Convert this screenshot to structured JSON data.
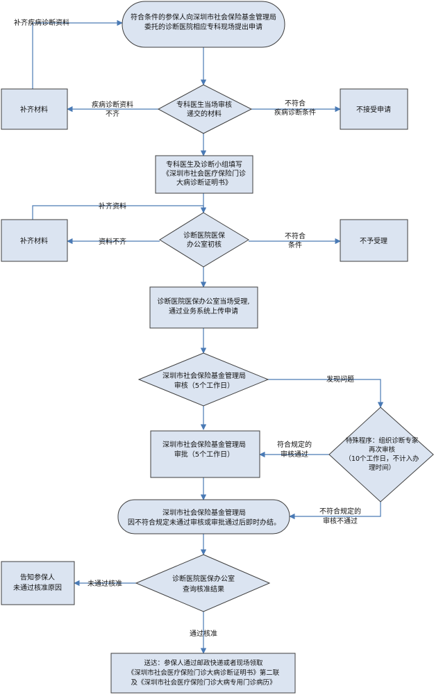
{
  "nodes": {
    "start": [
      "符合条件的参保人向深圳市社会保险基金管理局",
      "委托的诊断医院相应专科现场提出申请"
    ],
    "review1": [
      "专科医生当场审核",
      "递交的材料"
    ],
    "supplement1": [
      "补齐材料"
    ],
    "reject1": [
      "不接受申请"
    ],
    "fill_cert": [
      "专科医生及诊断小组填写",
      "《深圳市社会医疗保险门诊",
      "大病诊断证明书》"
    ],
    "review2": [
      "诊断医院医保",
      "办公室初核"
    ],
    "supplement2": [
      "补齐材料"
    ],
    "reject2": [
      "不予受理"
    ],
    "upload": [
      "诊断医院医保办公室当场受理,",
      "通过业务系统上传申请"
    ],
    "fund_review": [
      "深圳市社会保险基金管理局",
      "审核（5个工作日）"
    ],
    "fund_approve": [
      "深圳市社会保险基金管理局",
      "审批（5个工作日）"
    ],
    "special": [
      "特殊程序：组织诊断专家",
      "再次审核",
      "（10个工作日，不计入办",
      "理时间）"
    ],
    "finish": [
      "深圳市社会保险基金管理局",
      "因不符合规定未通过审核或审批通过后即时办结。"
    ],
    "query": [
      "诊断医院医保办公室",
      "查询核准结果"
    ],
    "notify": [
      "告知参保人",
      "未通过核准原因"
    ],
    "deliver": [
      "送达：参保人通过邮政快递或者现场领取",
      "《深圳市社会医疗保险门诊大病诊断证明书》第二联",
      "及《深圳市社会医疗保险门诊大病专用门诊病历》"
    ]
  },
  "edges": {
    "supp_diag": [
      "补齐疾病诊断资料"
    ],
    "incomplete1": [
      "疾病诊断资料",
      "不齐"
    ],
    "notmeet1": [
      "不符合",
      "疾病诊断条件"
    ],
    "supp_info": [
      "补齐资料"
    ],
    "incomplete2": [
      "资料不齐"
    ],
    "notmeet2": [
      "不符合",
      "条件"
    ],
    "found_issue": [
      "发现问题"
    ],
    "pass_special": [
      "符合规定的",
      "审核通过"
    ],
    "fail_special": [
      "不符合规定的",
      "审核不通过"
    ],
    "not_approved": [
      "未通过核准"
    ],
    "approved": [
      "通过核准"
    ]
  }
}
